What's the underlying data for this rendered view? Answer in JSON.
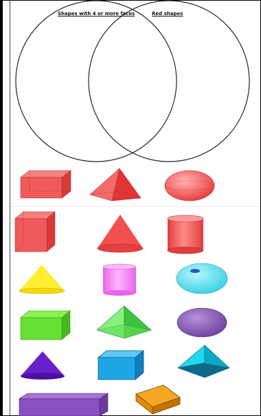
{
  "venn": {
    "left_label": "Shapes with 4 or more faces",
    "right_label": "Red shapes"
  },
  "shapes": [
    {
      "name": "cuboid",
      "color": "#f05a5a"
    },
    {
      "name": "square-based-pyramid",
      "color": "#f04848"
    },
    {
      "name": "sphere",
      "color": "#f26262"
    },
    {
      "name": "cube",
      "color": "#f05a5a"
    },
    {
      "name": "cone",
      "color": "#f05050"
    },
    {
      "name": "cylinder",
      "color": "#f05a5a"
    },
    {
      "name": "cone",
      "color": "#ffee33"
    },
    {
      "name": "cylinder",
      "color": "#f07ff0"
    },
    {
      "name": "sphere",
      "color": "#5fe6f2"
    },
    {
      "name": "cuboid",
      "color": "#66e033"
    },
    {
      "name": "square-based-pyramid",
      "color": "#5fe05a"
    },
    {
      "name": "sphere",
      "color": "#8a5cb8"
    },
    {
      "name": "cone",
      "color": "#6a1fcc"
    },
    {
      "name": "cube",
      "color": "#1fa6e6"
    },
    {
      "name": "square-based-pyramid",
      "color": "#22d6ee"
    },
    {
      "name": "cuboid",
      "color": "#8a4fc0"
    },
    {
      "name": "cuboid",
      "color": "#f5a623"
    }
  ]
}
